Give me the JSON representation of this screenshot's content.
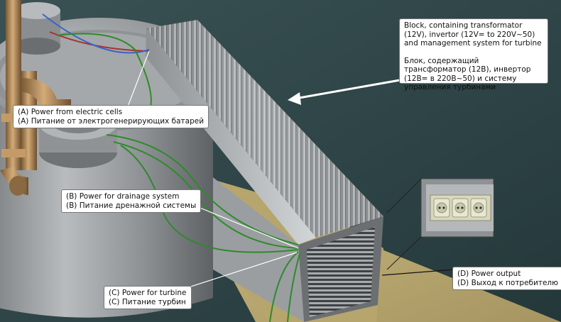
{
  "callouts": {
    "block": {
      "en": "Block, containing transformator (12V), invertor (12V= to 220V~50) and management system for turbine",
      "ru": "Блок, содержащий трансформатор (12В), инвертор (12В= в 220В~50) и систему управления турбинами"
    },
    "power_cells": {
      "en": "(A) Power from electric cells",
      "ru": "(A) Питание от электрогенерирующих батарей"
    },
    "drainage": {
      "en": "(B) Power for drainage system",
      "ru": "(B) Питание дренажной системы"
    },
    "turbine": {
      "en": "(C) Power for turbine",
      "ru": "(C) Питание турбин"
    },
    "output": {
      "en": "(D) Power output",
      "ru": "(D) Выход к потребителю"
    }
  },
  "colors": {
    "background": "#2f4344",
    "floor": "#b9a972",
    "metal": "#9ea2a4",
    "wire_green": "#2f8a2a",
    "wire_blue": "#3a63c8",
    "wire_red": "#a8322b",
    "pipe_brass": "#b08a5c",
    "socket": "#d9d8bf"
  },
  "icons": {
    "socket": "power-socket-icon"
  }
}
